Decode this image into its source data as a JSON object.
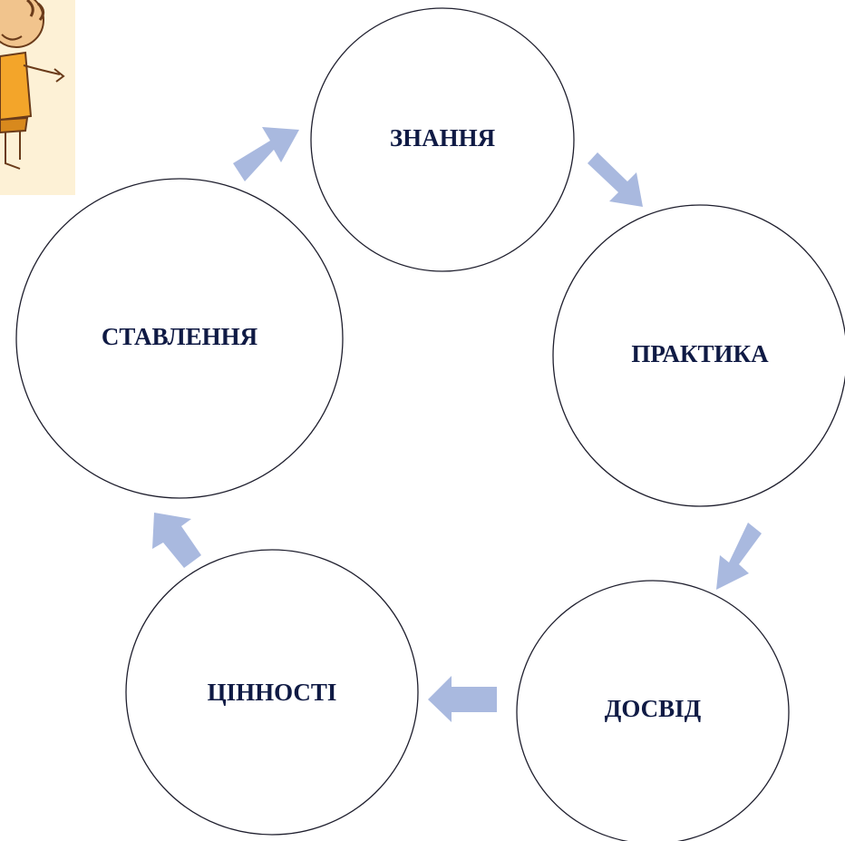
{
  "diagram": {
    "type": "cycle",
    "nodes": [
      {
        "id": "knowledge",
        "label": "ЗНАННЯ"
      },
      {
        "id": "practice",
        "label": "ПРАКТИКА"
      },
      {
        "id": "experience",
        "label": "ДОСВІД"
      },
      {
        "id": "values",
        "label": "ЦІННОСТІ"
      },
      {
        "id": "attitude",
        "label": "СТАВЛЕННЯ"
      }
    ],
    "edges": [
      {
        "from": "knowledge",
        "to": "practice"
      },
      {
        "from": "practice",
        "to": "experience"
      },
      {
        "from": "experience",
        "to": "values"
      },
      {
        "from": "values",
        "to": "attitude"
      },
      {
        "from": "attitude",
        "to": "knowledge"
      }
    ]
  },
  "colors": {
    "label_text": "#0f1a44",
    "circle_stroke": "#1f1f2e",
    "arrow_fill": "#a9b9df",
    "corner_bg": "#fdf1d6",
    "figure_skin": "#f1c48d",
    "figure_shirt": "#f3a52a",
    "figure_outline": "#6a3b1a"
  },
  "decor": {
    "corner_figure": "cartoon-child-illustration"
  }
}
